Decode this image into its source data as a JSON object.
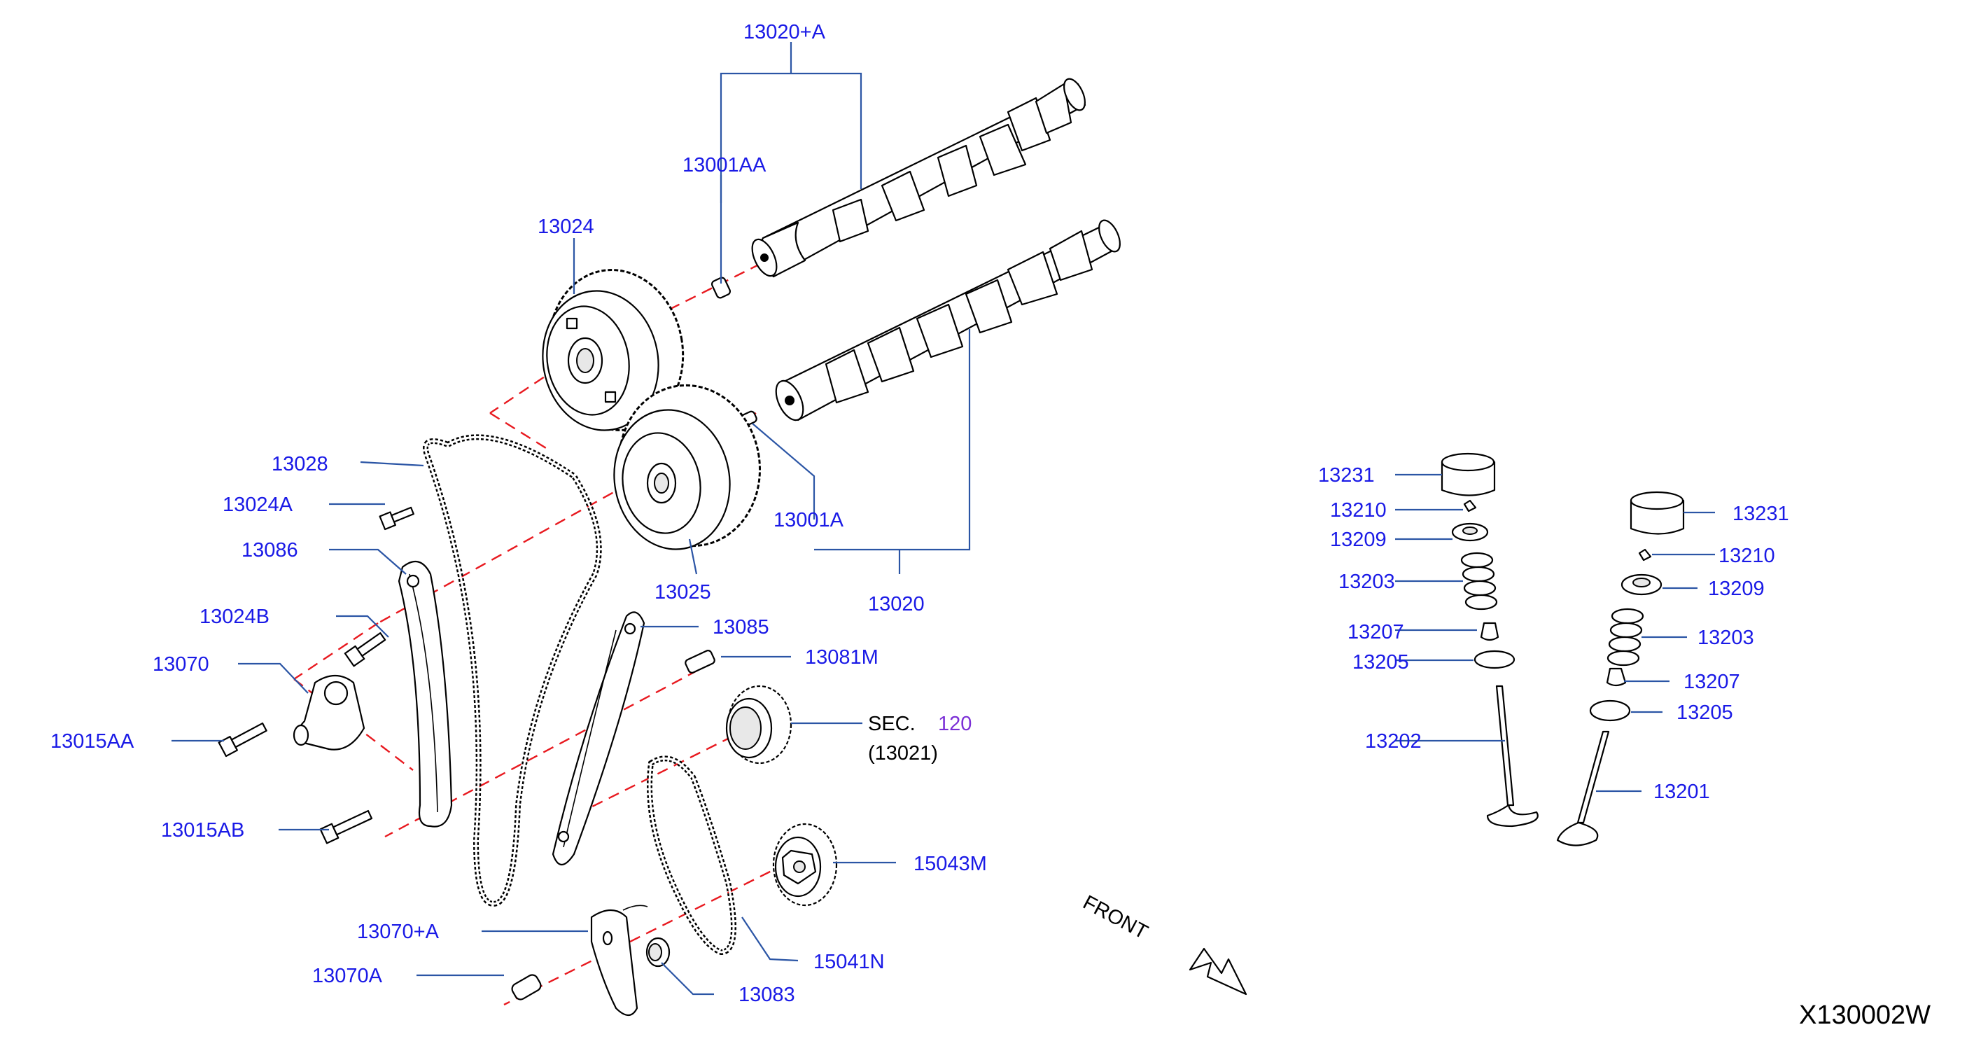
{
  "diagram": {
    "labels": {
      "13020A": "13020+A",
      "13001AA": "13001AA",
      "13024": "13024",
      "13028": "13028",
      "13024A": "13024A",
      "13086": "13086",
      "13024B": "13024B",
      "13070": "13070",
      "13015AA": "13015AA",
      "13015AB": "13015AB",
      "13070A_plus": "13070+A",
      "13070A": "13070A",
      "13025": "13025",
      "13001A": "13001A",
      "13020": "13020",
      "13085": "13085",
      "13081M": "13081M",
      "sec_text": "SEC.",
      "sec_num": "120",
      "sec_ref": "(13021)",
      "15043M": "15043M",
      "15041N": "15041N",
      "13083": "13083",
      "front": "FRONT",
      "r13231": "13231",
      "r13210": "13210",
      "r13209": "13209",
      "r13203": "13203",
      "r13207": "13207",
      "r13205": "13205",
      "r13202": "13202",
      "s13231": "13231",
      "s13210": "13210",
      "s13209": "13209",
      "s13203": "13203",
      "s13207": "13207",
      "s13205": "13205",
      "s13201": "13201"
    },
    "diagram_id": "X130002W"
  },
  "colors": {
    "label": "#1a1ae6",
    "leader": "#2b55a5",
    "centerline": "#e8191f",
    "outline": "#000000",
    "sec_number": "#7b2fd6"
  }
}
